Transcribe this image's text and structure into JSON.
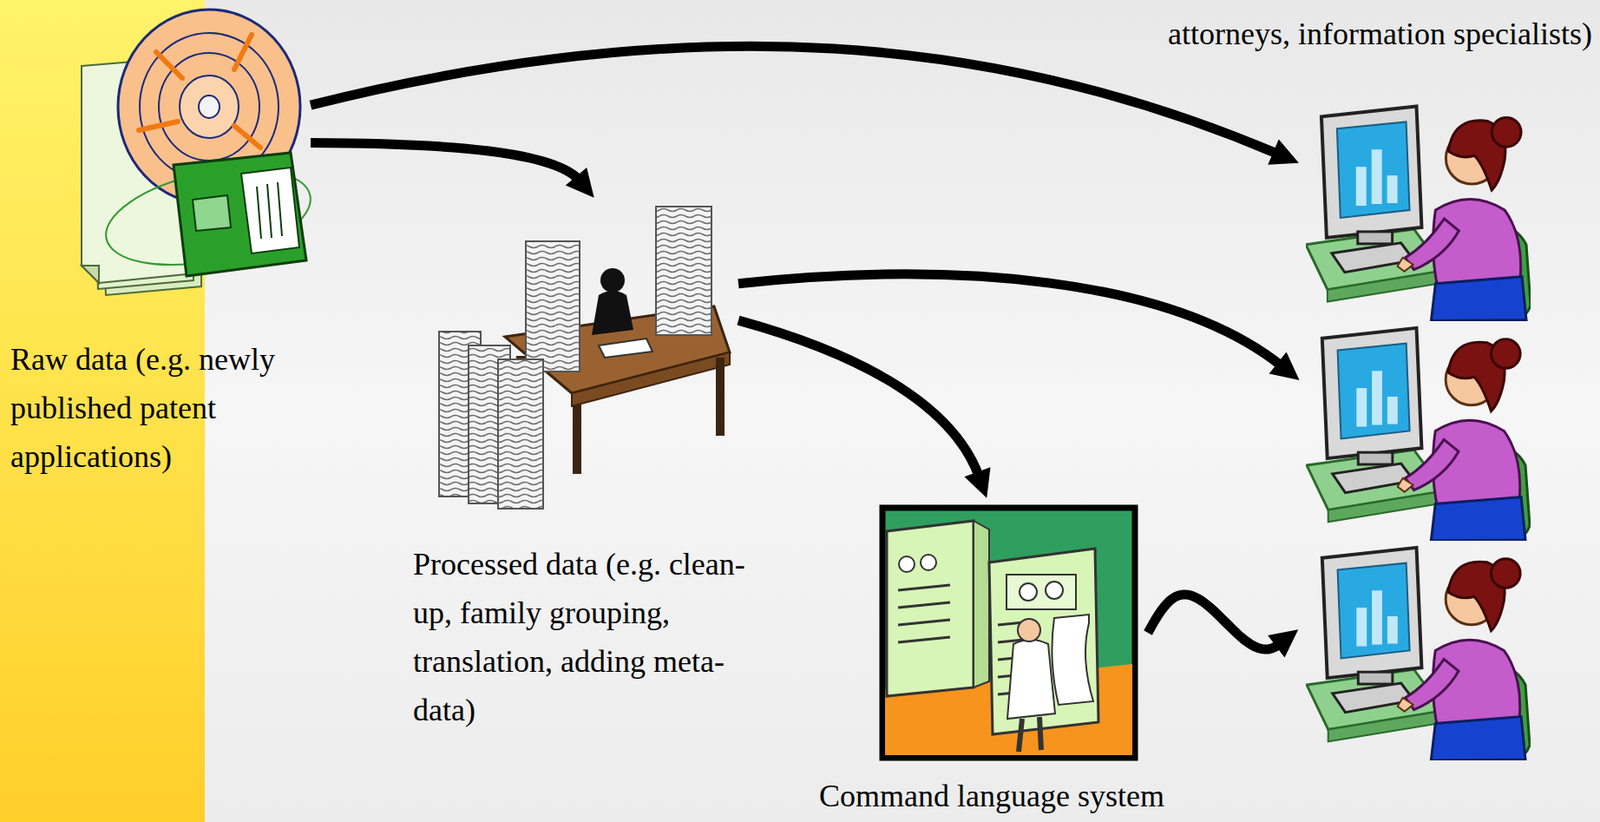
{
  "diagram": {
    "nodes": [
      {
        "text": [
          "Raw data (e.g. newly published patent applications)"
        ]
      },
      {
        "text": [
          "Processed data (e.g. clean-up, family grouping, translation, adding meta-data)"
        ]
      },
      {
        "text": [
          "Command language system"
        ]
      },
      {
        "text": [
          "attorneys, information specialists)"
        ]
      },
      {
        "text": []
      },
      {
        "text": []
      }
    ],
    "edges": [
      {
        "from": 0,
        "to": 3,
        "arrow": "to"
      },
      {
        "from": 0,
        "to": 1,
        "arrow": "to"
      },
      {
        "from": 1,
        "to": 4,
        "arrow": "to"
      },
      {
        "from": 1,
        "to": 2,
        "arrow": "to"
      },
      {
        "from": 2,
        "to": 5,
        "arrow": "to"
      }
    ]
  }
}
